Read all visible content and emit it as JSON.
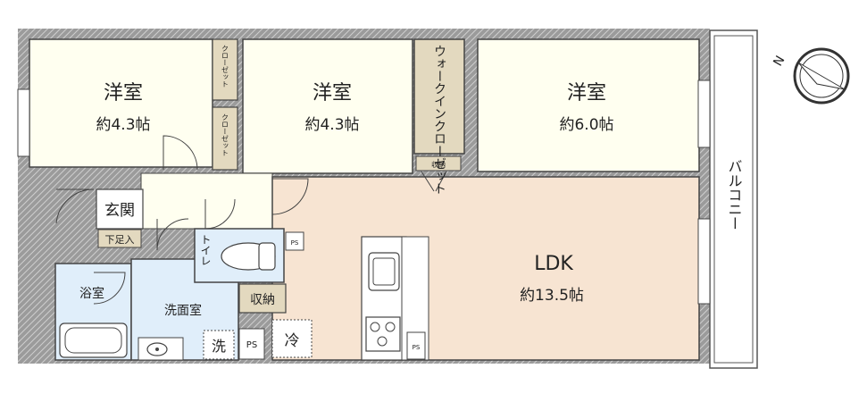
{
  "rooms": {
    "western1": {
      "name": "洋室",
      "area": "約4.3帖"
    },
    "western2": {
      "name": "洋室",
      "area": "約4.3帖"
    },
    "western3": {
      "name": "洋室",
      "area": "約6.0帖"
    },
    "ldk": {
      "name": "LDK",
      "area": "約13.5帖"
    },
    "entrance": "玄関",
    "shoe_box": "下足入",
    "bath": "浴室",
    "washroom": "洗面室",
    "toilet": "トイレ",
    "storage": "収納",
    "small_storage": "収納",
    "walk_in_closet": "ウォークインクローゼット",
    "closet": "クローゼット",
    "washer": "洗",
    "fridge": "冷",
    "ps": "PS"
  },
  "balcony": "バルコニー",
  "compass_label": "N",
  "colors": {
    "wall": "#8a8a8a",
    "wall_hatch": "#b8b8b8",
    "room_fill": "#fffff0",
    "ldk_fill": "#f7e4d2",
    "wet_fill": "#e0eefa",
    "closet_fill": "#e3d9bf",
    "line": "#444444"
  }
}
